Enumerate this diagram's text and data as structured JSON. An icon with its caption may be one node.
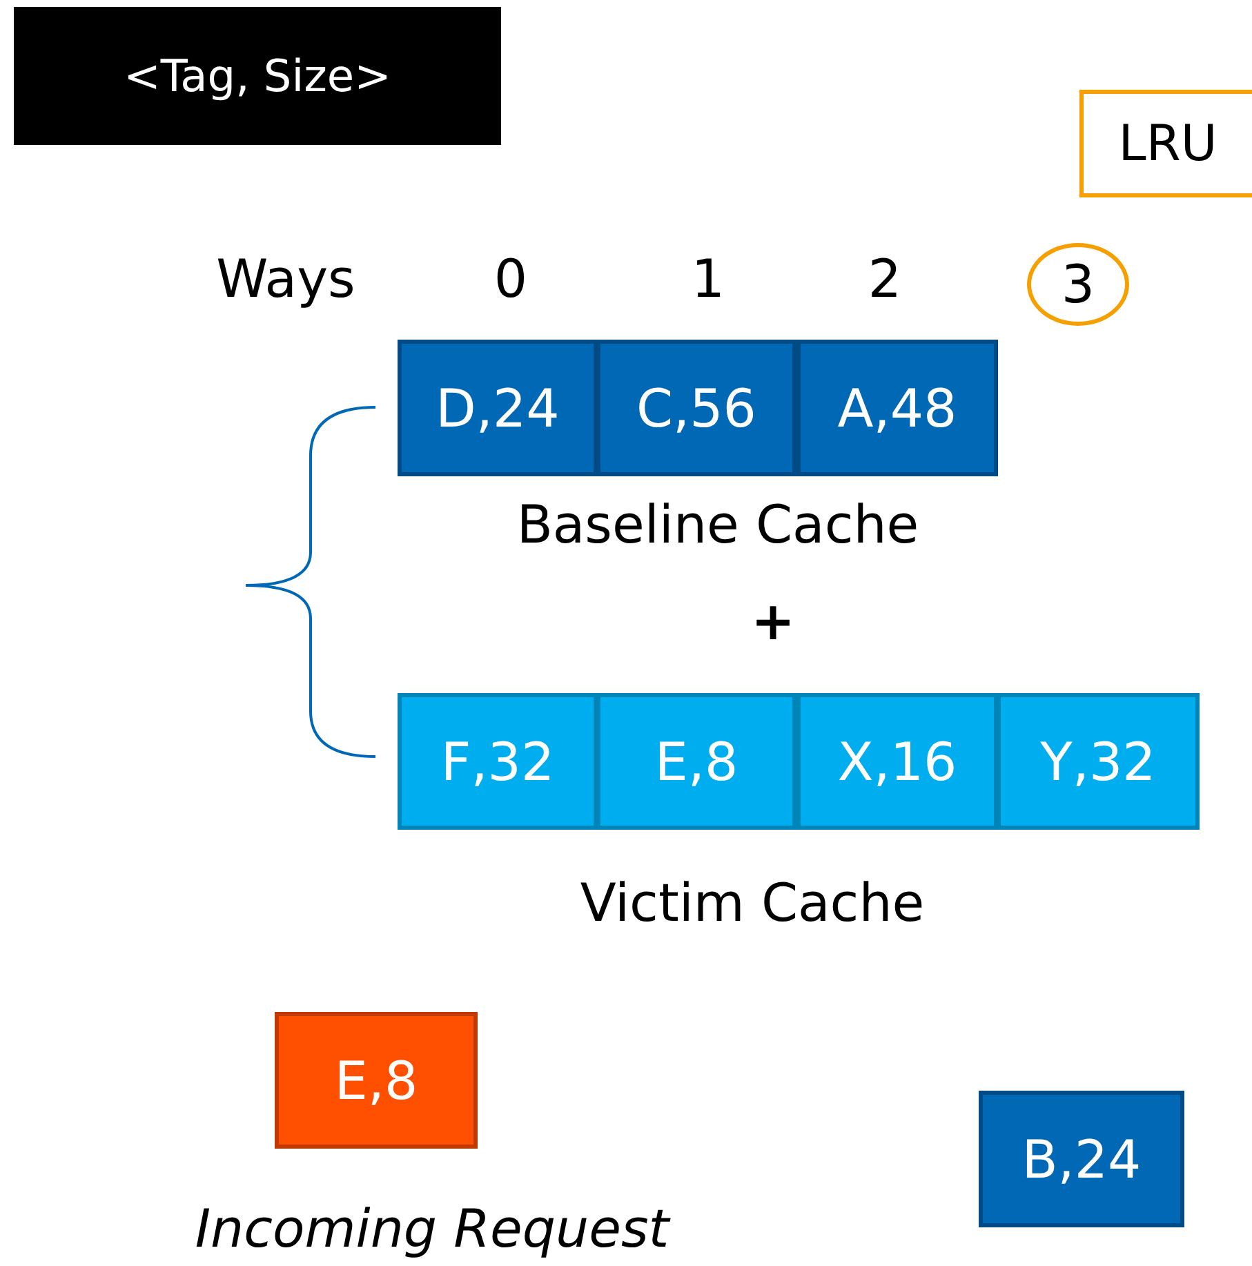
{
  "diagram": {
    "nodes": [
      {
        "text": [
          "<Tag, Size>"
        ]
      },
      {
        "text": [
          "LRU"
        ]
      },
      {
        "text": [
          "3"
        ]
      },
      {
        "text": [
          "D,24"
        ]
      },
      {
        "text": [
          "C,56"
        ]
      },
      {
        "text": [
          "A,48"
        ]
      },
      {
        "text": [
          "F,32"
        ]
      },
      {
        "text": [
          "E,8"
        ]
      },
      {
        "text": [
          "X,16"
        ]
      },
      {
        "text": [
          "Y,32"
        ]
      },
      {
        "text": [
          "E,8"
        ],
        "beside": [
          "Incoming Request"
        ]
      },
      {
        "text": [
          "B,24"
        ]
      }
    ],
    "labels": [
      "Ways",
      "0",
      "1",
      "2",
      "Baseline Cache",
      "+",
      "Victim Cache"
    ]
  }
}
